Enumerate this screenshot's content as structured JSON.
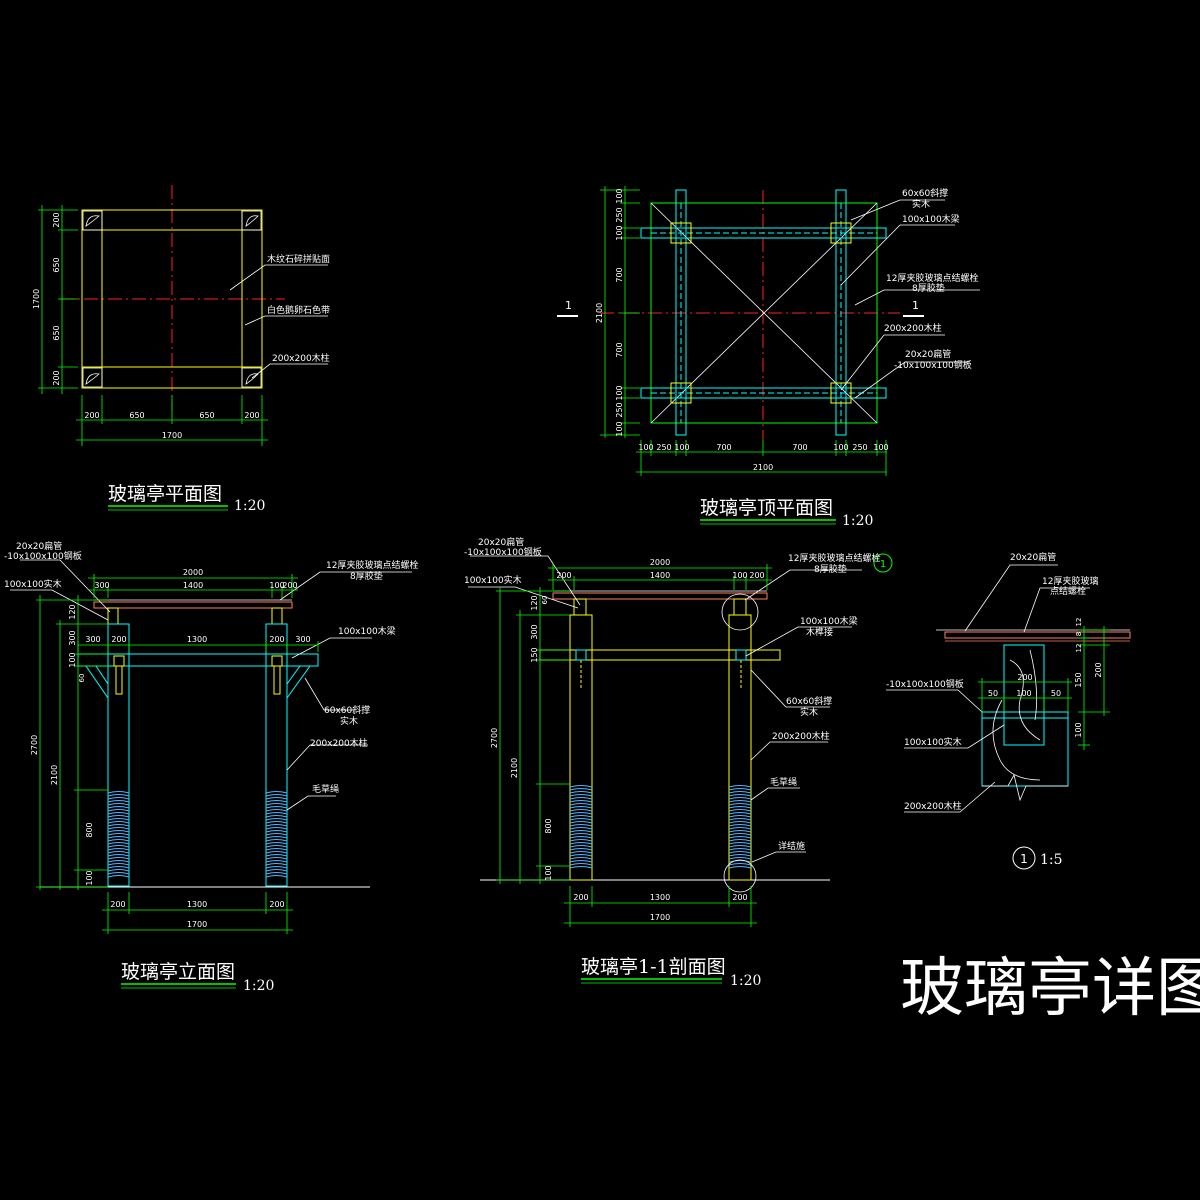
{
  "sheet_title": "玻璃亭详图",
  "colors": {
    "background": "#000000",
    "yellow": "#ffff00",
    "white": "#ffffff",
    "green": "#00ff00",
    "cyan": "#00ffff",
    "red": "#ff2020",
    "salmon": "#ff8060",
    "blue": "#4fb7ff"
  },
  "floor_plan": {
    "title": "玻璃亭平面图",
    "scale": "1:20",
    "labels": {
      "stone": "木纹石碎拼贴面",
      "band": "白色鹅卵石色带",
      "post": "200x200木柱"
    },
    "dims_bottom": [
      "200",
      "650",
      "650",
      "200"
    ],
    "dim_total": "1700",
    "dims_left": [
      "200",
      "650",
      "650",
      "200"
    ],
    "dim_left_total": "1700"
  },
  "roof_plan": {
    "title": "玻璃亭顶平面图",
    "scale": "1:20",
    "section_mark": "1",
    "labels": {
      "brace": "60x60斜撑",
      "brace_material": "实木",
      "beam": "100x100木梁",
      "glass": "12厚夹胶玻璃点结螺栓",
      "glass_pad": "8厚胶垫",
      "post": "200x200木柱",
      "tube": "20x20扁管",
      "plate": "-10x100x100钢板"
    },
    "dims_bottom": [
      "100",
      "250",
      "100",
      "700",
      "700",
      "100",
      "250",
      "100"
    ],
    "dim_total": "2100",
    "dims_left": [
      "100",
      "250",
      "100",
      "700",
      "700",
      "100",
      "250",
      "100"
    ],
    "dim_left_total": "2100"
  },
  "elevation": {
    "title": "玻璃亭立面图",
    "scale": "1:20",
    "labels": {
      "tube": "20x20扁管",
      "plate": "-10x100x100钢板",
      "solid": "100x100实木",
      "glass": "12厚夹胶玻璃点结螺栓",
      "glass_pad": "8厚胶垫",
      "beam": "100x100木梁",
      "brace": "60x60斜撑",
      "brace_material": "实木",
      "post": "200x200木柱",
      "rope": "毛草绳"
    },
    "dims_top_total": "2000",
    "dims_top": [
      "300",
      "1400",
      "100",
      "200"
    ],
    "dims_upper": [
      "300",
      "200",
      "1300",
      "200",
      "300"
    ],
    "dims_bottom": [
      "200",
      "1300",
      "200"
    ],
    "dim_bottom_total": "1700",
    "dims_left_total": "2700",
    "dims_left_sub": "2100",
    "dims_left": [
      "120",
      "300",
      "100",
      "800",
      "100"
    ],
    "dim_mark": "60"
  },
  "section": {
    "title": "玻璃亭1-1剖面图",
    "scale": "1:20",
    "detail_ref": "1",
    "labels": {
      "tube": "20x20扁管",
      "plate": "-10x100x100钢板",
      "solid": "100x100实木",
      "glass": "12厚夹胶玻璃点结螺栓",
      "glass_pad": "8厚胶垫",
      "beam": "100x100木梁",
      "tenon": "木榫接",
      "brace": "60x60斜撑",
      "brace_material": "实木",
      "post": "200x200木柱",
      "rope": "毛草绳",
      "embed": "详结施"
    },
    "dims_top_total": "2000",
    "dims_top": [
      "200",
      "1400",
      "100",
      "200"
    ],
    "dims_bottom": [
      "200",
      "1300",
      "200"
    ],
    "dim_bottom_total": "1700",
    "dims_left_total": "2700",
    "dims_left_sub": "2100",
    "dims_left": [
      "120",
      "300",
      "150",
      "800",
      "100"
    ],
    "dim_mark": "60"
  },
  "detail": {
    "ref": "1",
    "scale": "1:5",
    "labels": {
      "tube": "20x20扁管",
      "glass": "12厚夹胶玻璃",
      "glass_sub": "点结螺栓",
      "plate": "-10x100x100钢板",
      "solid": "100x100实木",
      "post": "200x200木柱"
    },
    "dims_top": [
      "200"
    ],
    "dims_mid": [
      "50",
      "100",
      "50"
    ],
    "dims_right": [
      "12",
      "8",
      "12",
      "150",
      "200",
      "100"
    ]
  }
}
